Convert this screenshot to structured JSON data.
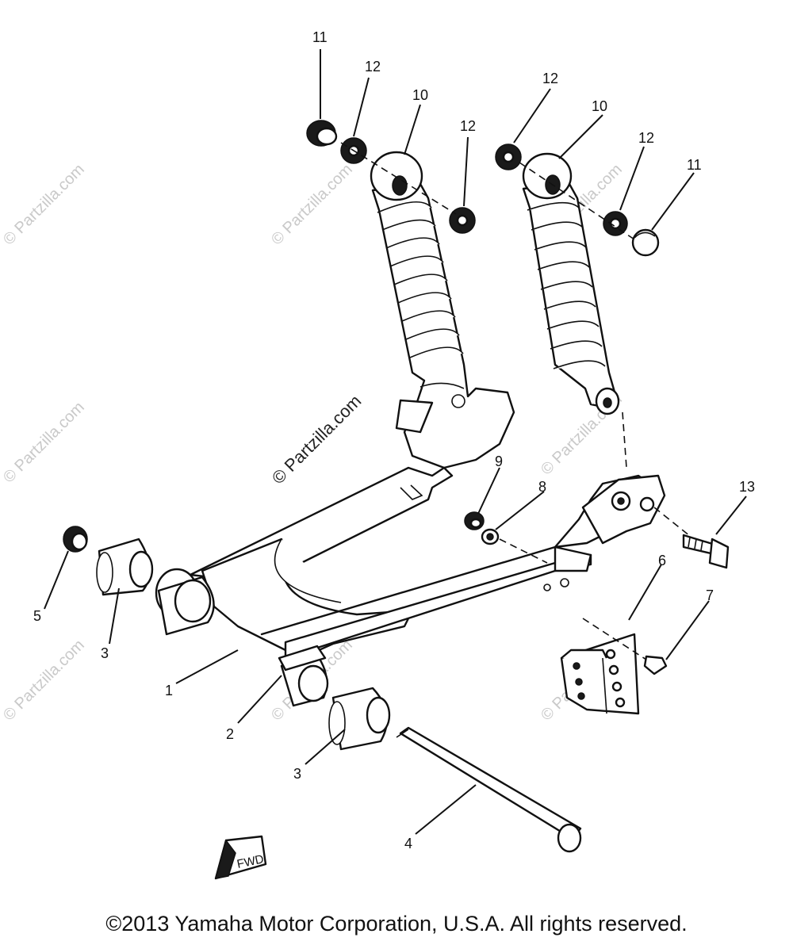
{
  "callouts": {
    "c1": "1",
    "c2": "2",
    "c3a": "3",
    "c3b": "3",
    "c4": "4",
    "c5": "5",
    "c6": "6",
    "c7": "7",
    "c8": "8",
    "c9": "9",
    "c10a": "10",
    "c10b": "10",
    "c11a": "11",
    "c11b": "11",
    "c12a": "12",
    "c12b": "12",
    "c12c": "12",
    "c12d": "12",
    "c13": "13"
  },
  "fwd_label": "FWD",
  "watermark": "© Partzilla.com",
  "copyright": "©2013 Yamaha Motor Corporation, U.S.A. All rights reserved."
}
